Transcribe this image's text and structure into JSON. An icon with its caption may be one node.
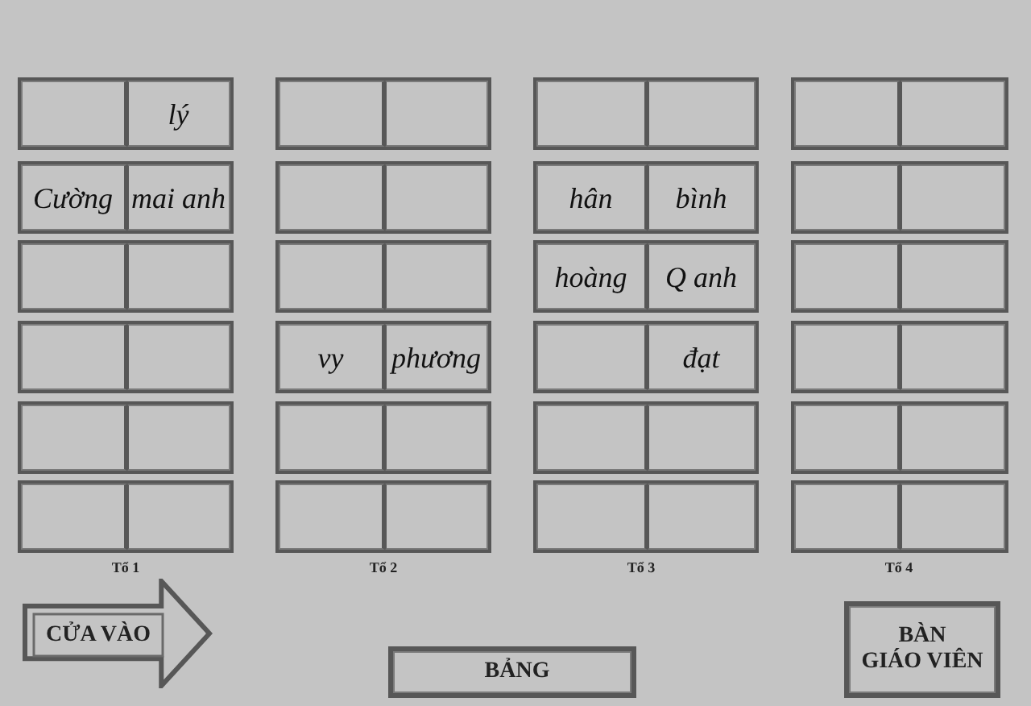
{
  "diagram": {
    "nodes": [
      {
        "text": [],
        "shape": "box"
      },
      {
        "text": [],
        "shape": "box",
        "in": 0
      },
      {
        "text": [
          "lý"
        ],
        "in": 0
      },
      {
        "text": [],
        "shape": "box"
      },
      {
        "text": [],
        "shape": "box",
        "in": 3
      },
      {
        "text": [],
        "shape": "box",
        "in": 3
      },
      {
        "text": [],
        "shape": "box"
      },
      {
        "text": [],
        "shape": "box",
        "in": 6
      },
      {
        "text": [],
        "shape": "box",
        "in": 6
      },
      {
        "text": [],
        "shape": "box"
      },
      {
        "text": [],
        "shape": "box",
        "in": 9
      },
      {
        "text": [],
        "shape": "box",
        "in": 9
      },
      {
        "text": [],
        "shape": "box"
      },
      {
        "text": [
          "Cường"
        ],
        "in": 12
      },
      {
        "text": [
          "mai anh"
        ],
        "in": 12
      },
      {
        "text": [],
        "shape": "box"
      },
      {
        "text": [],
        "shape": "box",
        "in": 15
      },
      {
        "text": [],
        "shape": "box",
        "in": 15
      },
      {
        "text": [],
        "shape": "box"
      },
      {
        "text": [
          "hân"
        ],
        "in": 18
      },
      {
        "text": [
          "bình"
        ],
        "in": 18
      },
      {
        "text": [],
        "shape": "box"
      },
      {
        "text": [],
        "shape": "box",
        "in": 21
      },
      {
        "text": [],
        "shape": "box",
        "in": 21
      },
      {
        "text": [],
        "shape": "box"
      },
      {
        "text": [],
        "shape": "box",
        "in": 24
      },
      {
        "text": [],
        "shape": "box",
        "in": 24
      },
      {
        "text": [],
        "shape": "box"
      },
      {
        "text": [],
        "shape": "box",
        "in": 27
      },
      {
        "text": [],
        "shape": "box",
        "in": 27
      },
      {
        "text": [],
        "shape": "box"
      },
      {
        "text": [
          "hoàng"
        ],
        "in": 30
      },
      {
        "text": [
          "Q anh"
        ],
        "in": 30
      },
      {
        "text": [],
        "shape": "box"
      },
      {
        "text": [],
        "shape": "box",
        "in": 33
      },
      {
        "text": [],
        "shape": "box",
        "in": 33
      },
      {
        "text": [],
        "shape": "box"
      },
      {
        "text": [],
        "shape": "box",
        "in": 36
      },
      {
        "text": [],
        "shape": "box",
        "in": 36
      },
      {
        "text": [],
        "shape": "box"
      },
      {
        "text": [
          "vy"
        ],
        "in": 39
      },
      {
        "text": [
          "phương"
        ],
        "in": 39
      },
      {
        "text": [],
        "shape": "box"
      },
      {
        "text": [],
        "shape": "box",
        "in": 42
      },
      {
        "text": [
          "đạt"
        ],
        "in": 42
      },
      {
        "text": [],
        "shape": "box"
      },
      {
        "text": [],
        "shape": "box",
        "in": 45
      },
      {
        "text": [],
        "shape": "box",
        "in": 45
      },
      {
        "text": [],
        "shape": "box"
      },
      {
        "text": [],
        "shape": "box",
        "in": 48
      },
      {
        "text": [],
        "shape": "box",
        "in": 48
      },
      {
        "text": [],
        "shape": "box"
      },
      {
        "text": [],
        "shape": "box",
        "in": 51
      },
      {
        "text": [],
        "shape": "box",
        "in": 51
      },
      {
        "text": [],
        "shape": "box"
      },
      {
        "text": [],
        "shape": "box",
        "in": 54
      },
      {
        "text": [],
        "shape": "box",
        "in": 54
      },
      {
        "text": [],
        "shape": "box"
      },
      {
        "text": [],
        "shape": "box",
        "in": 57
      },
      {
        "text": [],
        "shape": "box",
        "in": 57
      },
      {
        "text": [],
        "shape": "box"
      },
      {
        "text": [],
        "shape": "box",
        "in": 60
      },
      {
        "text": [],
        "shape": "box",
        "in": 60
      },
      {
        "text": [],
        "shape": "box"
      },
      {
        "text": [],
        "shape": "box",
        "in": 63
      },
      {
        "text": [],
        "shape": "box",
        "in": 63
      },
      {
        "text": [],
        "shape": "box"
      },
      {
        "text": [],
        "shape": "box",
        "in": 66
      },
      {
        "text": [],
        "shape": "box",
        "in": 66
      },
      {
        "text": [],
        "shape": "box"
      },
      {
        "text": [],
        "shape": "box",
        "in": 69
      },
      {
        "text": [],
        "shape": "box",
        "in": 69
      },
      {
        "text": [
          "CỬA VÀO"
        ]
      },
      {
        "text": [
          "BẢNG"
        ]
      },
      {
        "text": [
          "BÀN GIÁO VIÊN"
        ]
      }
    ],
    "labels": [
      "Tổ 1",
      "Tổ 2",
      "Tổ 3",
      "Tổ 4"
    ]
  }
}
